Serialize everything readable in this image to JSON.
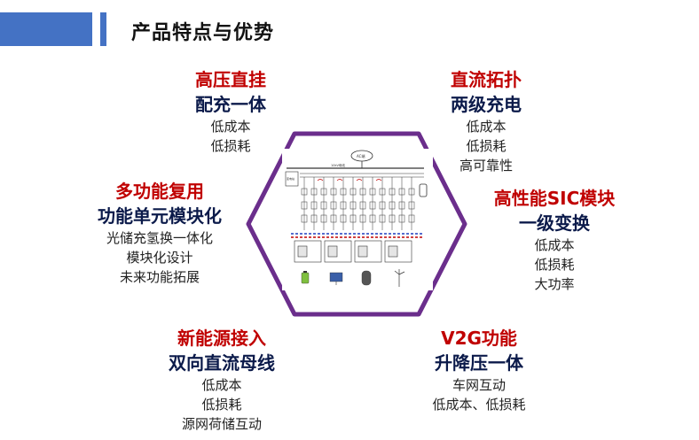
{
  "header": {
    "title": "产品特点与优势",
    "corner_mark": "​"
  },
  "colors": {
    "accent_blue": "#4472C4",
    "feature_red": "#C00000",
    "feature_navy": "#0B1A4A",
    "hexagon_purple": "#6B2E8C"
  },
  "features": {
    "high_voltage": {
      "title": "高压直挂",
      "subtitle": "配充一体",
      "points": [
        "低成本",
        "低损耗"
      ]
    },
    "dc_topology": {
      "title": "直流拓扑",
      "subtitle": "两级充电",
      "points": [
        "低成本",
        "低损耗",
        "高可靠性"
      ]
    },
    "multifunction": {
      "title": "多功能复用",
      "subtitle": "功能单元模块化",
      "points": [
        "光储充氢换一体化",
        "模块化设计",
        "未来功能拓展"
      ]
    },
    "sic_module": {
      "title": "高性能SIC模块",
      "subtitle": "一级变换",
      "points": [
        "低成本",
        "低损耗",
        "大功率"
      ]
    },
    "new_energy": {
      "title": "新能源接入",
      "subtitle": "双向直流母线",
      "points": [
        "低成本",
        "低损耗",
        "源网荷储互动"
      ]
    },
    "v2g": {
      "title": "V2G功能",
      "subtitle": "升降压一体",
      "points": [
        "车网互动",
        "低成本、低损耗"
      ]
    }
  },
  "diagram": {
    "label_top": "AC端",
    "label_bus": "10kV母线",
    "label_left": "变电站"
  }
}
